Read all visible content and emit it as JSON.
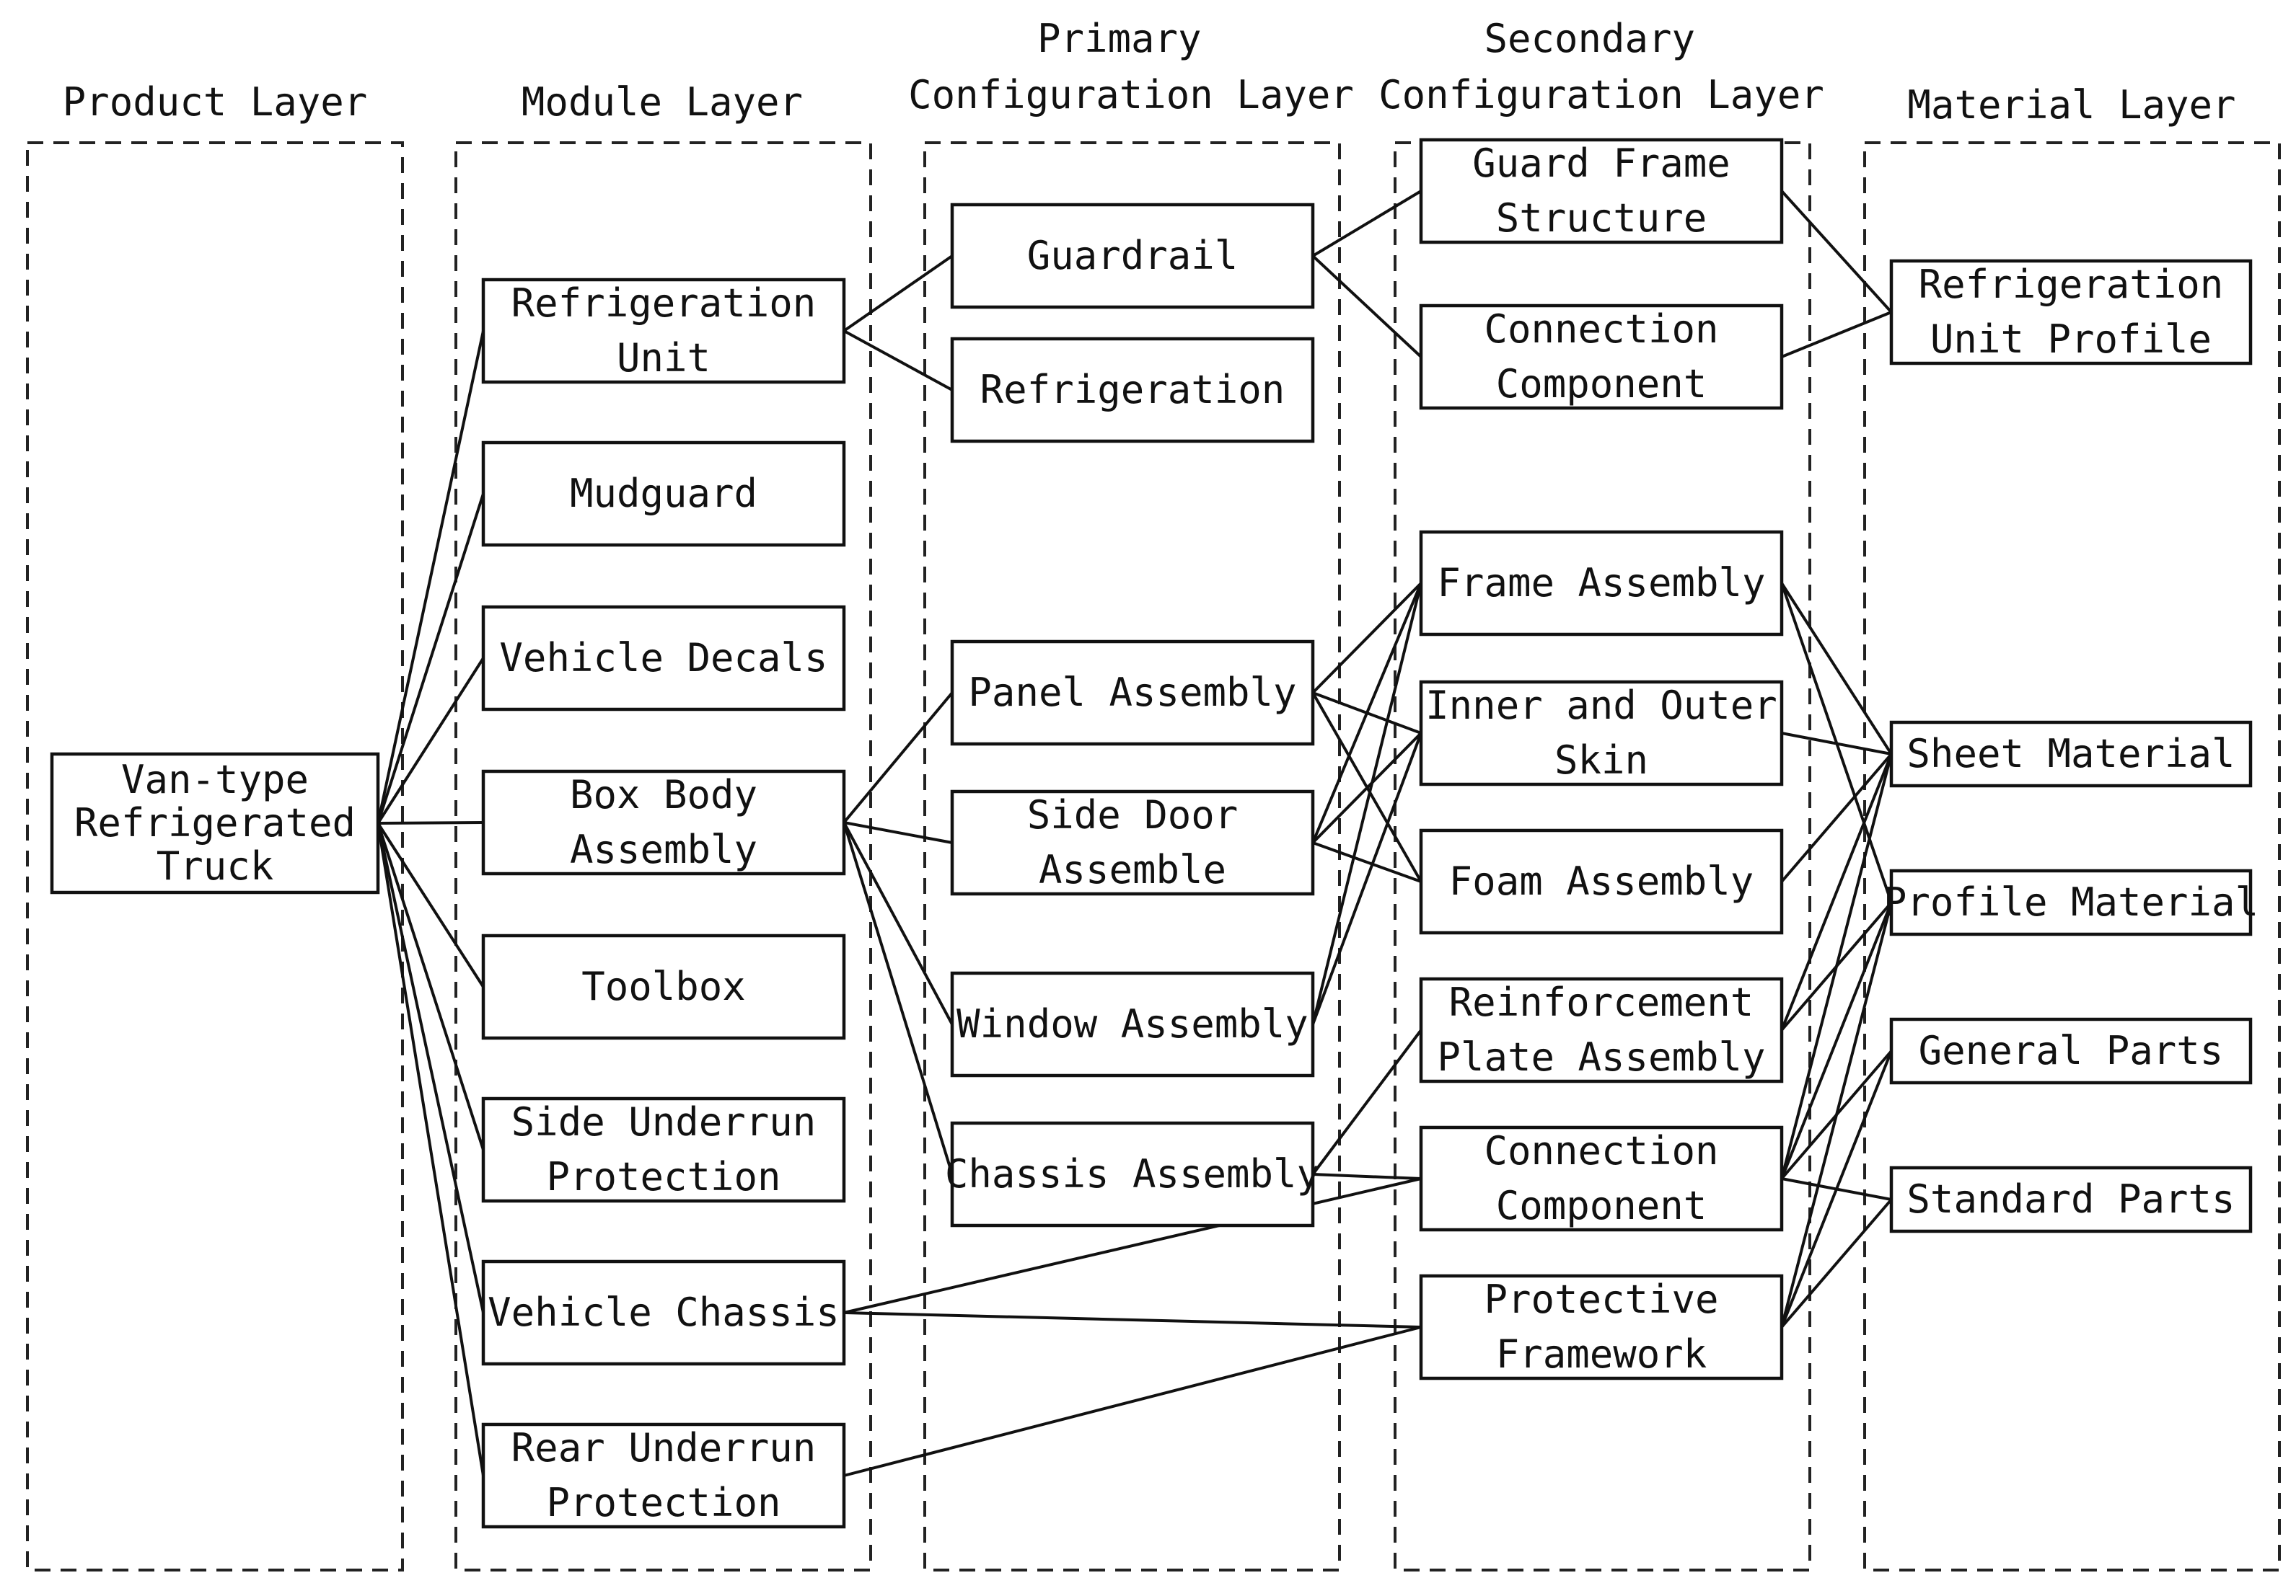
{
  "layers": {
    "product": {
      "title": [
        "Product Layer"
      ]
    },
    "module": {
      "title": [
        "Module Layer"
      ]
    },
    "primary": {
      "title": [
        "Primary",
        "Configuration Layer"
      ]
    },
    "secondary": {
      "title": [
        "Secondary",
        "Configuration Layer"
      ]
    },
    "material": {
      "title": [
        "Material Layer"
      ]
    }
  },
  "nodes": {
    "truck": [
      "Van-type",
      "Refrigerated",
      "Truck"
    ],
    "m_refrig": [
      "Refrigeration",
      "Unit"
    ],
    "m_mudguard": [
      "Mudguard"
    ],
    "m_decals": [
      "Vehicle Decals"
    ],
    "m_boxbody": [
      "Box Body",
      "Assembly"
    ],
    "m_toolbox": [
      "Toolbox"
    ],
    "m_sideunder": [
      "Side Underrun",
      "Protection"
    ],
    "m_chassis": [
      "Vehicle Chassis"
    ],
    "m_rearunder": [
      "Rear Underrun",
      "Protection"
    ],
    "p_guardrail": [
      "Guardrail"
    ],
    "p_refrig": [
      "Refrigeration"
    ],
    "p_panel": [
      "Panel Assembly"
    ],
    "p_sidedoor": [
      "Side Door",
      "Assemble"
    ],
    "p_window": [
      "Window Assembly"
    ],
    "p_chassisasm": [
      "Chassis Assembly"
    ],
    "s_guardframe": [
      "Guard Frame",
      "Structure"
    ],
    "s_conn1": [
      "Connection",
      "Component"
    ],
    "s_frame": [
      "Frame Assembly"
    ],
    "s_skin": [
      "Inner and Outer",
      "Skin"
    ],
    "s_foam": [
      "Foam Assembly"
    ],
    "s_reinf": [
      "Reinforcement",
      "Plate Assembly"
    ],
    "s_conn2": [
      "Connection",
      "Component"
    ],
    "s_protect": [
      "Protective",
      "Framework"
    ],
    "mat_refprofile": [
      "Refrigeration",
      "Unit Profile"
    ],
    "mat_sheet": [
      "Sheet Material"
    ],
    "mat_profile": [
      "Profile Material"
    ],
    "mat_general": [
      "General Parts"
    ],
    "mat_standard": [
      "Standard Parts"
    ]
  },
  "edges": [
    [
      "truck",
      "m_refrig"
    ],
    [
      "truck",
      "m_mudguard"
    ],
    [
      "truck",
      "m_decals"
    ],
    [
      "truck",
      "m_boxbody"
    ],
    [
      "truck",
      "m_toolbox"
    ],
    [
      "truck",
      "m_sideunder"
    ],
    [
      "truck",
      "m_chassis"
    ],
    [
      "truck",
      "m_rearunder"
    ],
    [
      "m_refrig",
      "p_guardrail"
    ],
    [
      "m_refrig",
      "p_refrig"
    ],
    [
      "m_boxbody",
      "p_panel"
    ],
    [
      "m_boxbody",
      "p_sidedoor"
    ],
    [
      "m_boxbody",
      "p_window"
    ],
    [
      "m_boxbody",
      "p_chassisasm"
    ],
    [
      "m_chassis",
      "s_conn2"
    ],
    [
      "m_chassis",
      "s_protect"
    ],
    [
      "m_rearunder",
      "s_protect"
    ],
    [
      "p_guardrail",
      "s_guardframe"
    ],
    [
      "p_guardrail",
      "s_conn1"
    ],
    [
      "p_panel",
      "s_frame"
    ],
    [
      "p_panel",
      "s_skin"
    ],
    [
      "p_panel",
      "s_foam"
    ],
    [
      "p_sidedoor",
      "s_frame"
    ],
    [
      "p_sidedoor",
      "s_skin"
    ],
    [
      "p_sidedoor",
      "s_foam"
    ],
    [
      "p_window",
      "s_frame"
    ],
    [
      "p_window",
      "s_skin"
    ],
    [
      "p_chassisasm",
      "s_reinf"
    ],
    [
      "p_chassisasm",
      "s_conn2"
    ],
    [
      "s_guardframe",
      "mat_refprofile"
    ],
    [
      "s_conn1",
      "mat_refprofile"
    ],
    [
      "s_frame",
      "mat_sheet"
    ],
    [
      "s_frame",
      "mat_profile"
    ],
    [
      "s_skin",
      "mat_sheet"
    ],
    [
      "s_foam",
      "mat_sheet"
    ],
    [
      "s_reinf",
      "mat_sheet"
    ],
    [
      "s_reinf",
      "mat_profile"
    ],
    [
      "s_conn2",
      "mat_sheet"
    ],
    [
      "s_conn2",
      "mat_profile"
    ],
    [
      "s_conn2",
      "mat_general"
    ],
    [
      "s_conn2",
      "mat_standard"
    ],
    [
      "s_protect",
      "mat_profile"
    ],
    [
      "s_protect",
      "mat_general"
    ],
    [
      "s_protect",
      "mat_standard"
    ]
  ]
}
